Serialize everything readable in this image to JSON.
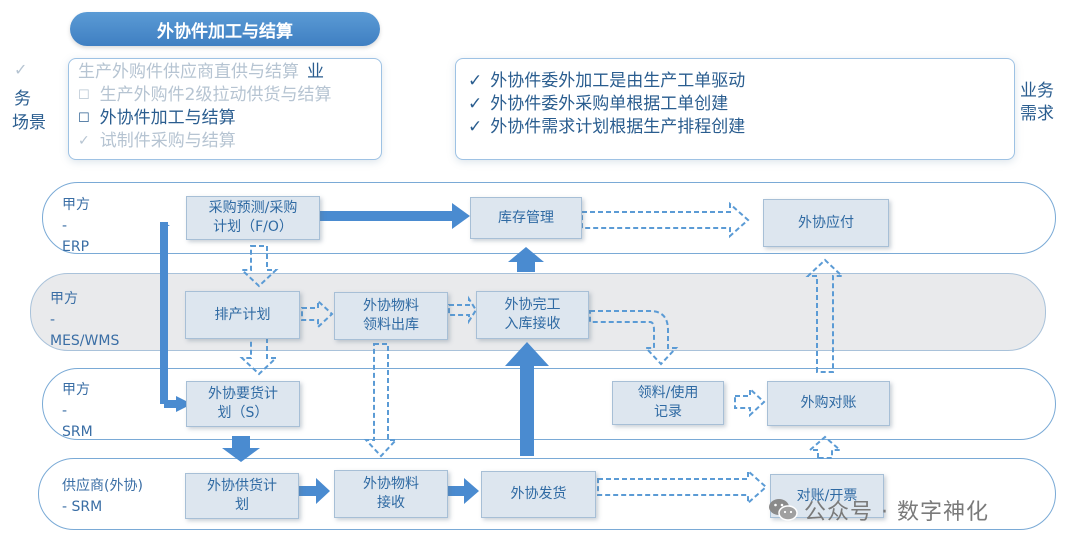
{
  "title": "外协件加工与结算",
  "scenario": {
    "label_frag1": "务",
    "label_frag2": "场景",
    "label_frag_top": "业",
    "items": [
      {
        "mark": "✓",
        "text": "生产外购件供应商直供与结算"
      },
      {
        "mark": "☐",
        "text": "生产外购件2级拉动供货与结算"
      },
      {
        "mark": "☐",
        "text": "外协件加工与结算"
      },
      {
        "mark": "✓",
        "text": "试制件采购与结算"
      }
    ]
  },
  "requirements": {
    "label": "业务\n需求",
    "items": [
      {
        "mark": "✓",
        "text": "外协件委外加工是由生产工单驱动"
      },
      {
        "mark": "✓",
        "text": "外协件委外采购单根据工单创建"
      },
      {
        "mark": "✓",
        "text": "外协件需求计划根据生产排程创建"
      }
    ]
  },
  "lanes": [
    {
      "label": "甲方\n-\nERP"
    },
    {
      "label": "甲方\n-\nMES/WMS"
    },
    {
      "label": "甲方\n-\nSRM"
    },
    {
      "label": "供应商(外协)\n- SRM"
    }
  ],
  "boxes": {
    "forecast": "采购预测/采购\n计划（F/O）",
    "inventory": "库存管理",
    "payable": "外协应付",
    "schedule": "排产计划",
    "material_out": "外协物料\n领料出库",
    "complete_in": "外协完工\n入库接收",
    "demand_plan": "外协要货计\n划（S）",
    "usage_record": "领料/使用\n记录",
    "reconcile": "外购对账",
    "supply_plan": "外协供货计\n划",
    "material_recv": "外协物料\n接收",
    "ship": "外协发货",
    "invoice": "对账/开票"
  },
  "watermark": {
    "icon": "wechat-icon",
    "text": "公众号 · 数字神化"
  },
  "colors": {
    "accent": "#5b9bd5",
    "arrow_solid": "#5b9bd5",
    "arrow_dashed": "#5b9bd5"
  }
}
